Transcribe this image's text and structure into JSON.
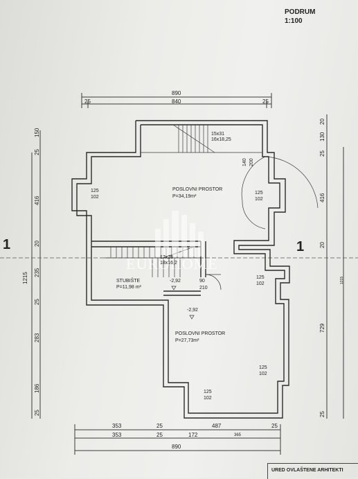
{
  "header": {
    "sheet_title": "PODRUM",
    "scale": "1:100"
  },
  "dims_top": {
    "overall": "890",
    "inner": "840",
    "left_wall": "25",
    "right_wall": "25"
  },
  "dims_bottom": {
    "row1": [
      "353",
      "25",
      "487",
      "25"
    ],
    "row2": [
      "353",
      "25",
      "172",
      "365"
    ],
    "overall": "890"
  },
  "dims_left": {
    "overall": "1215",
    "segments": [
      "150",
      "25",
      "416",
      "20",
      "235",
      "25",
      "283",
      "186",
      "25"
    ]
  },
  "dims_right": {
    "overall": "1215",
    "segments": [
      "20",
      "130",
      "25",
      "416",
      "20",
      "729",
      "25"
    ]
  },
  "section_marks": {
    "left": "1",
    "right": "1"
  },
  "stair_top": {
    "line1": "15x31",
    "line2": "16x18,25"
  },
  "stair_mid": {
    "line1": "17x26",
    "line2": "18x16,2"
  },
  "door_top": {
    "w": "140",
    "h": "200"
  },
  "door_mid": {
    "w": "90",
    "h": "210"
  },
  "rooms": [
    {
      "name": "POSLOVNI PROSTOR",
      "area": "P=34,19m²"
    },
    {
      "name": "STUBIŠTE",
      "area": "P=11,98 m²"
    },
    {
      "name": "POSLOVNI PROSTOR",
      "area": "P=27,73m²"
    }
  ],
  "levels": [
    "-2,92",
    "-2,92"
  ],
  "windows": [
    {
      "w": "125",
      "h": "102"
    },
    {
      "w": "125",
      "h": "102"
    },
    {
      "w": "125",
      "h": "102"
    },
    {
      "w": "125",
      "h": "102"
    },
    {
      "w": "125",
      "h": "102"
    }
  ],
  "watermark": "EUROHOME",
  "title_block": "URED OVLAŠTENE ARHITEKTI"
}
